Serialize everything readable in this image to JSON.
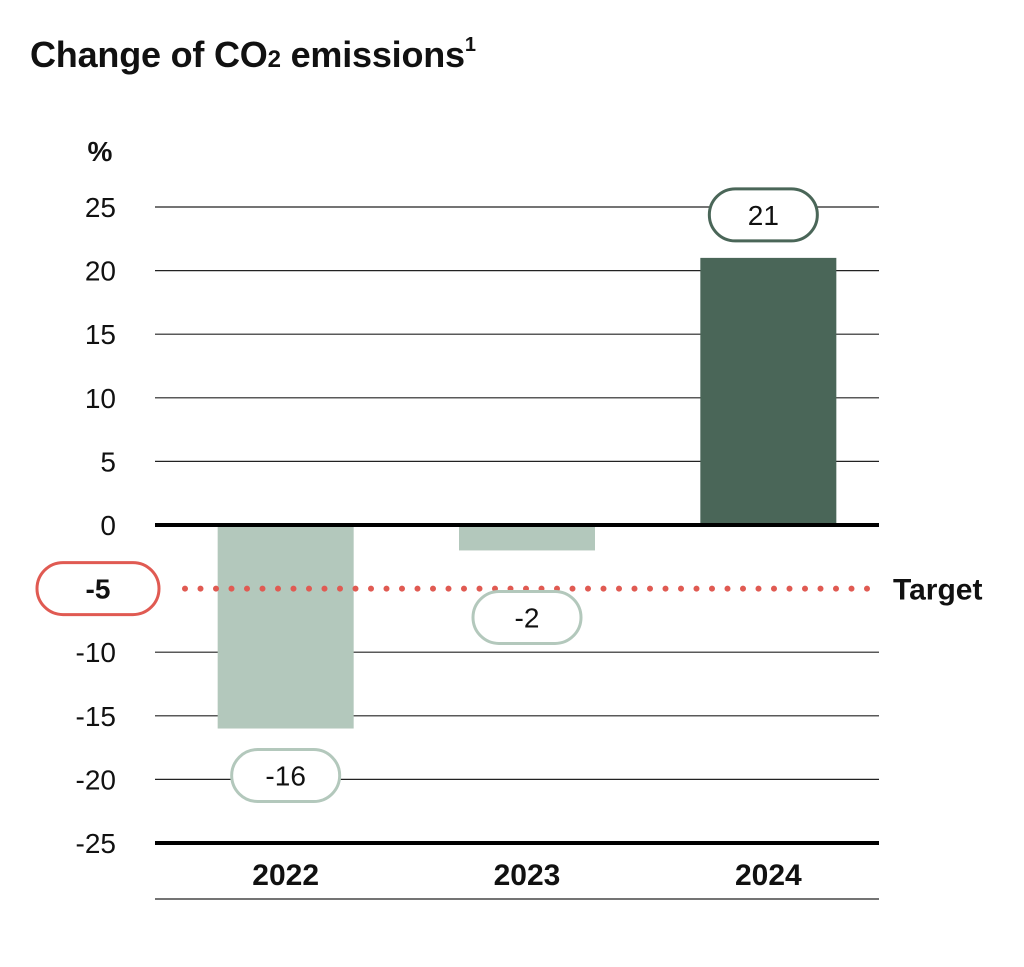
{
  "chart_data": {
    "type": "bar",
    "title": {
      "prefix": "Change of CO",
      "subscript": "2",
      "suffix": " emissions",
      "superscript": "1"
    },
    "ylabel": "%",
    "xlabel": "",
    "ylim": [
      -25,
      25
    ],
    "yticks": [
      25,
      20,
      15,
      10,
      5,
      0,
      -5,
      -10,
      -15,
      -20,
      -25
    ],
    "grid": true,
    "categories": [
      "2022",
      "2023",
      "2024"
    ],
    "values": [
      -16,
      -2,
      21
    ],
    "value_labels": [
      "-16",
      "-2",
      "21"
    ],
    "target": {
      "value": -5,
      "label": "-5",
      "name": "Target"
    },
    "colors": {
      "negative_bar": "#b3c8bc",
      "positive_bar": "#4a6658",
      "target": "#e05a52",
      "grid": "#222222",
      "axis": "#000000"
    }
  }
}
